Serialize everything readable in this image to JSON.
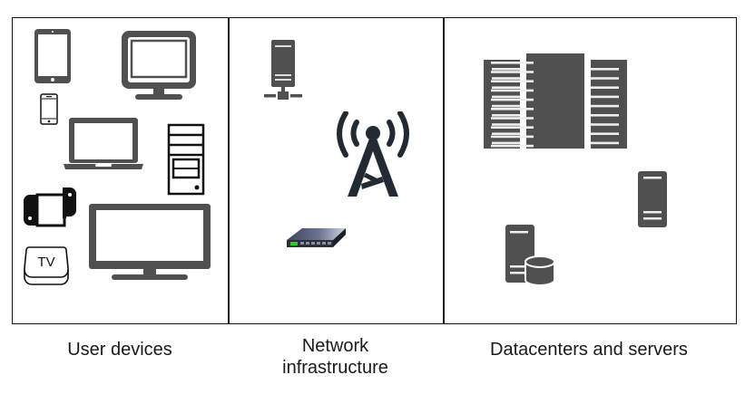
{
  "diagram": {
    "title": "",
    "panels": [
      {
        "id": "user-devices",
        "label": "User devices",
        "icons": [
          "tablet",
          "desktop-monitor",
          "smartphone",
          "laptop",
          "tower-pc",
          "handheld-game-console",
          "tv-box",
          "television"
        ]
      },
      {
        "id": "network-infrastructure",
        "label_line1": "Network",
        "label_line2": "infrastructure",
        "icons": [
          "network-server",
          "radio-tower",
          "network-switch"
        ]
      },
      {
        "id": "datacenters",
        "label": "Datacenters and servers",
        "icons": [
          "server-racks",
          "server",
          "database-server"
        ]
      }
    ],
    "tv_box_text": "TV"
  },
  "colors": {
    "icon_gray": "#505050",
    "icon_black": "#111111",
    "tower_dark": "#222a33",
    "border": "#1a1a1a",
    "switch_led": "#2ecc2e"
  }
}
